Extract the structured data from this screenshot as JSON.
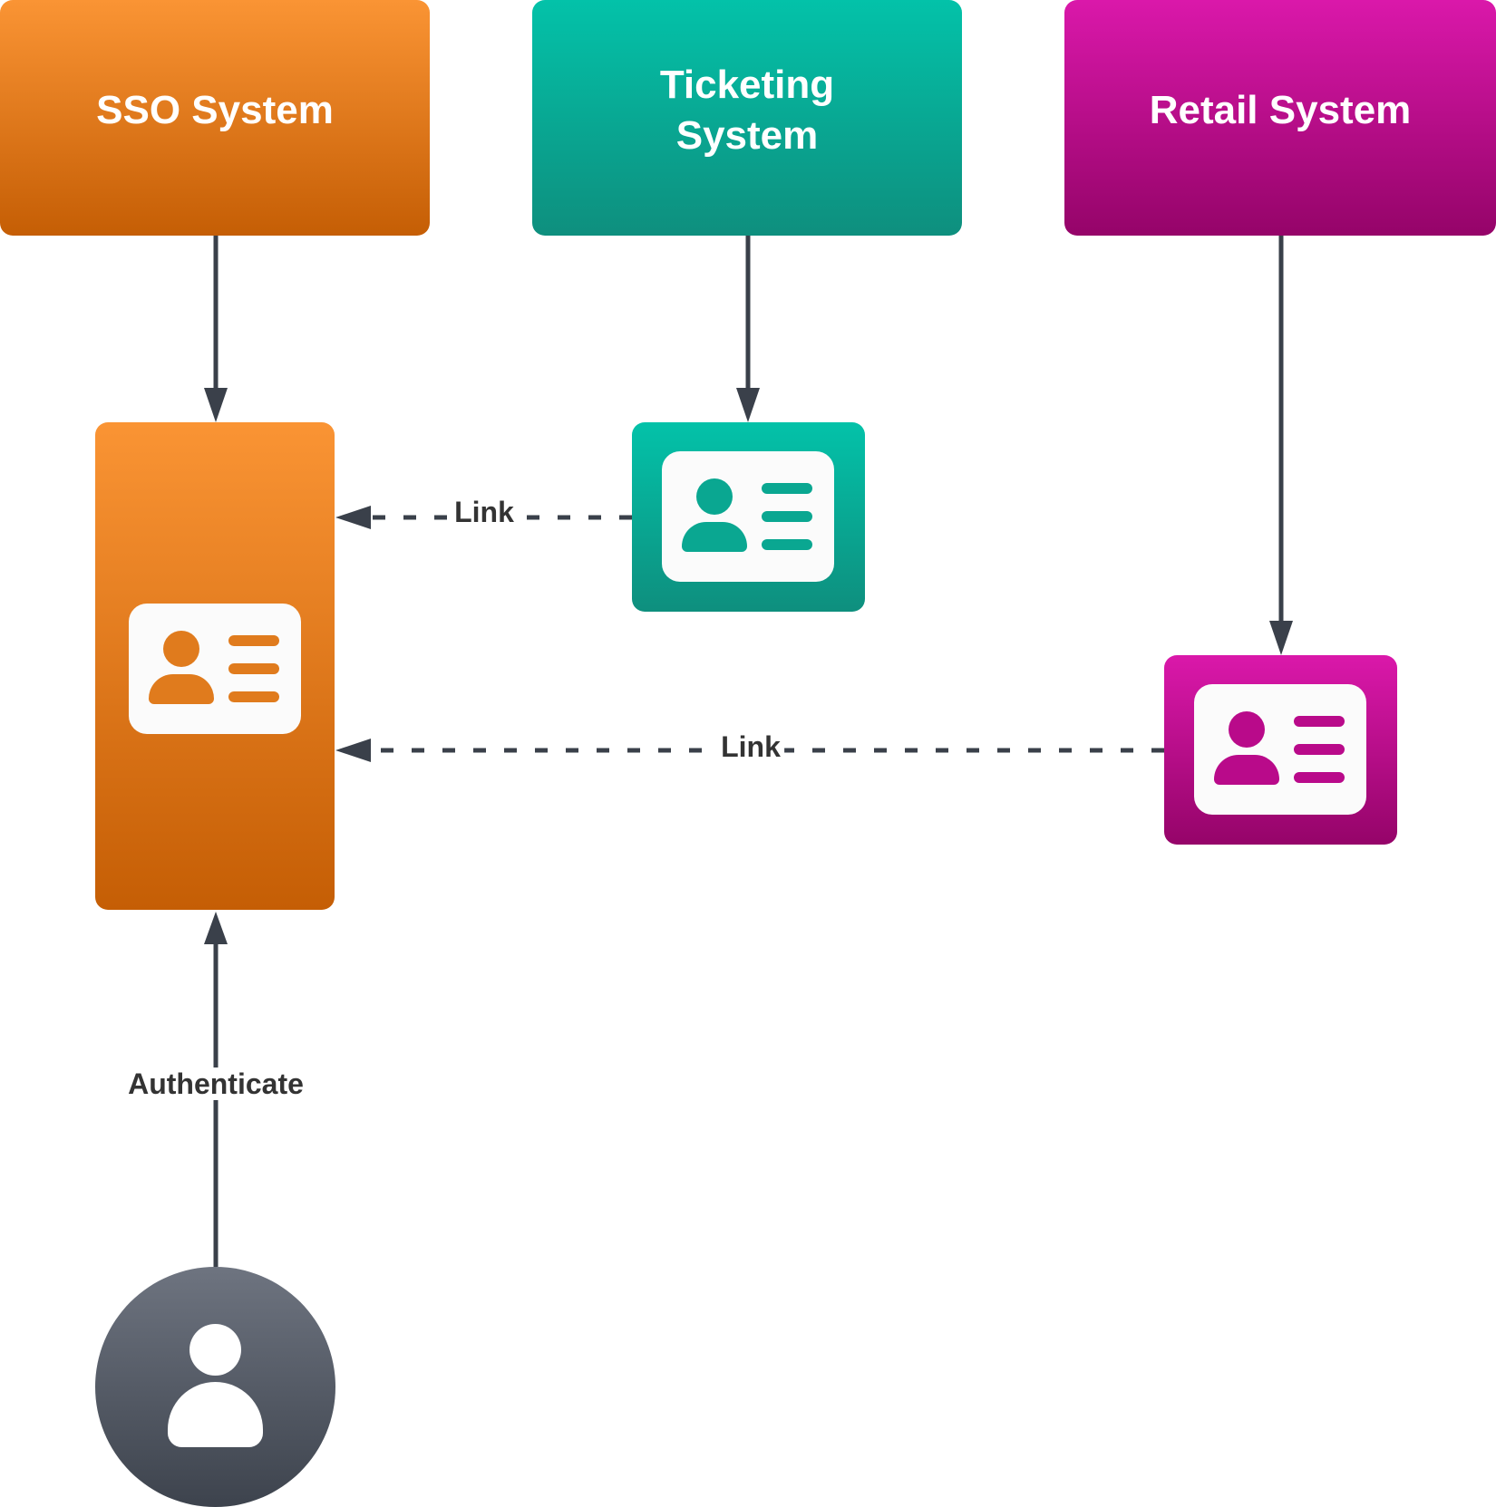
{
  "diagram": {
    "systems": [
      {
        "id": "sso",
        "title": "SSO System",
        "color_top": "#fa9434",
        "color_bottom": "#c55e05"
      },
      {
        "id": "ticketing",
        "title": "Ticketing\nSystem",
        "color_top": "#03c2a9",
        "color_bottom": "#0e8f7e"
      },
      {
        "id": "retail",
        "title": "Retail System",
        "color_top": "#da18aa",
        "color_bottom": "#950469"
      }
    ],
    "accounts": [
      {
        "id": "sso-account",
        "icon": "id-card-icon",
        "color": "#e07b1d"
      },
      {
        "id": "ticketing-account",
        "icon": "id-card-icon",
        "color": "#0aa791"
      },
      {
        "id": "retail-account",
        "icon": "id-card-icon",
        "color": "#b90a8a"
      }
    ],
    "user": {
      "icon": "user-icon",
      "color_top": "#6e7480",
      "color_bottom": "#3d434d"
    },
    "edges": [
      {
        "from": "sso",
        "to": "sso-account",
        "style": "solid",
        "label": ""
      },
      {
        "from": "ticketing",
        "to": "ticketing-account",
        "style": "solid",
        "label": ""
      },
      {
        "from": "retail",
        "to": "retail-account",
        "style": "solid",
        "label": ""
      },
      {
        "from": "ticketing-account",
        "to": "sso-account",
        "style": "dashed",
        "label": "Link"
      },
      {
        "from": "retail-account",
        "to": "sso-account",
        "style": "dashed",
        "label": "Link"
      },
      {
        "from": "user",
        "to": "sso-account",
        "style": "solid",
        "label": "Authenticate"
      }
    ],
    "labels": {
      "link_ticketing": "Link",
      "link_retail": "Link",
      "authenticate": "Authenticate"
    },
    "edge_color": "#3a404a"
  }
}
